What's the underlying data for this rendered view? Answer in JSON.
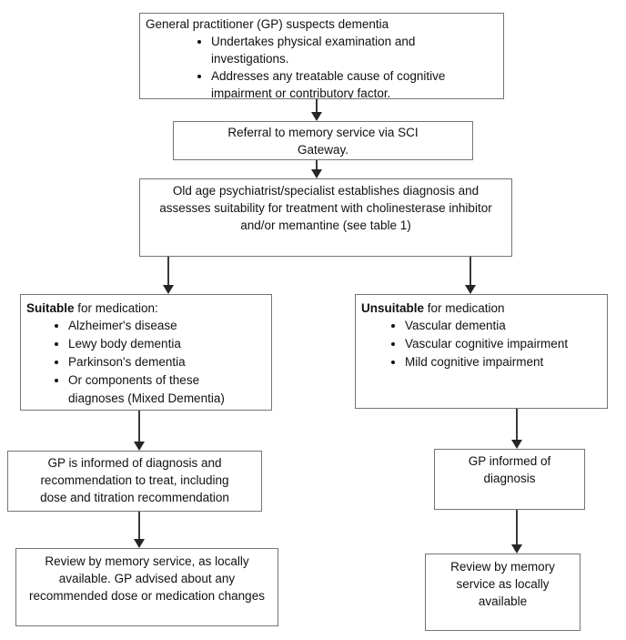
{
  "diagram": {
    "kind": "flowchart",
    "background_color": "#ffffff",
    "box_border_color": "#757575",
    "text_color": "#111111",
    "arrow_color": "#262626"
  },
  "boxes": {
    "gp_suspects": {
      "title": "General practitioner (GP) suspects dementia",
      "bullets": [
        "Undertakes physical examination and investigations.",
        "Addresses any treatable cause of cognitive impairment or contributory factor."
      ]
    },
    "referral": {
      "text": "Referral to memory service via SCI Gateway."
    },
    "specialist": {
      "text": "Old age psychiatrist/specialist establishes diagnosis and assesses suitability for treatment with cholinesterase inhibitor and/or memantine (see table 1)"
    },
    "suitable": {
      "title_bold": "Suitable",
      "title_rest": " for medication:",
      "bullets": [
        "Alzheimer's disease",
        "Lewy body dementia",
        "Parkinson's dementia",
        "Or components of these diagnoses (Mixed Dementia)"
      ]
    },
    "unsuitable": {
      "title_bold": "Unsuitable",
      "title_rest": " for medication",
      "bullets": [
        "Vascular dementia",
        "Vascular cognitive impairment",
        "Mild cognitive impairment"
      ]
    },
    "gp_informed_treat": {
      "text": "GP is informed of diagnosis and recommendation to treat, including dose and titration recommendation"
    },
    "gp_informed": {
      "text": "GP informed of diagnosis"
    },
    "review_left": {
      "text": "Review by memory service, as locally available. GP advised about any recommended dose or medication changes"
    },
    "review_right": {
      "text": "Review by memory service as locally available"
    }
  }
}
